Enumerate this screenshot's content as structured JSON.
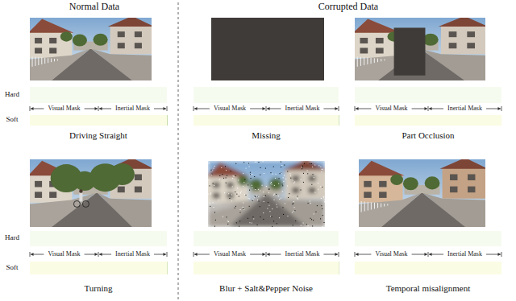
{
  "diagram": {
    "labels": [
      "Normal Data",
      "Corrupted Data",
      "Hard",
      "Soft",
      "Visual Mask",
      "Inertial Mask",
      "Driving Straight",
      "Visual Mask",
      "Inertial Mask",
      "Missing",
      "Visual Mask",
      "Inertial Mask",
      "Part Occlusion",
      "Hard",
      "Soft",
      "Visual Mask",
      "Inertial Mask",
      "Turning",
      "Visual Mask",
      "Inertial Mask",
      "Blur + Salt&Pepper Noise",
      "Visual Mask",
      "Inertial Mask",
      "Temporal misalignment"
    ]
  }
}
